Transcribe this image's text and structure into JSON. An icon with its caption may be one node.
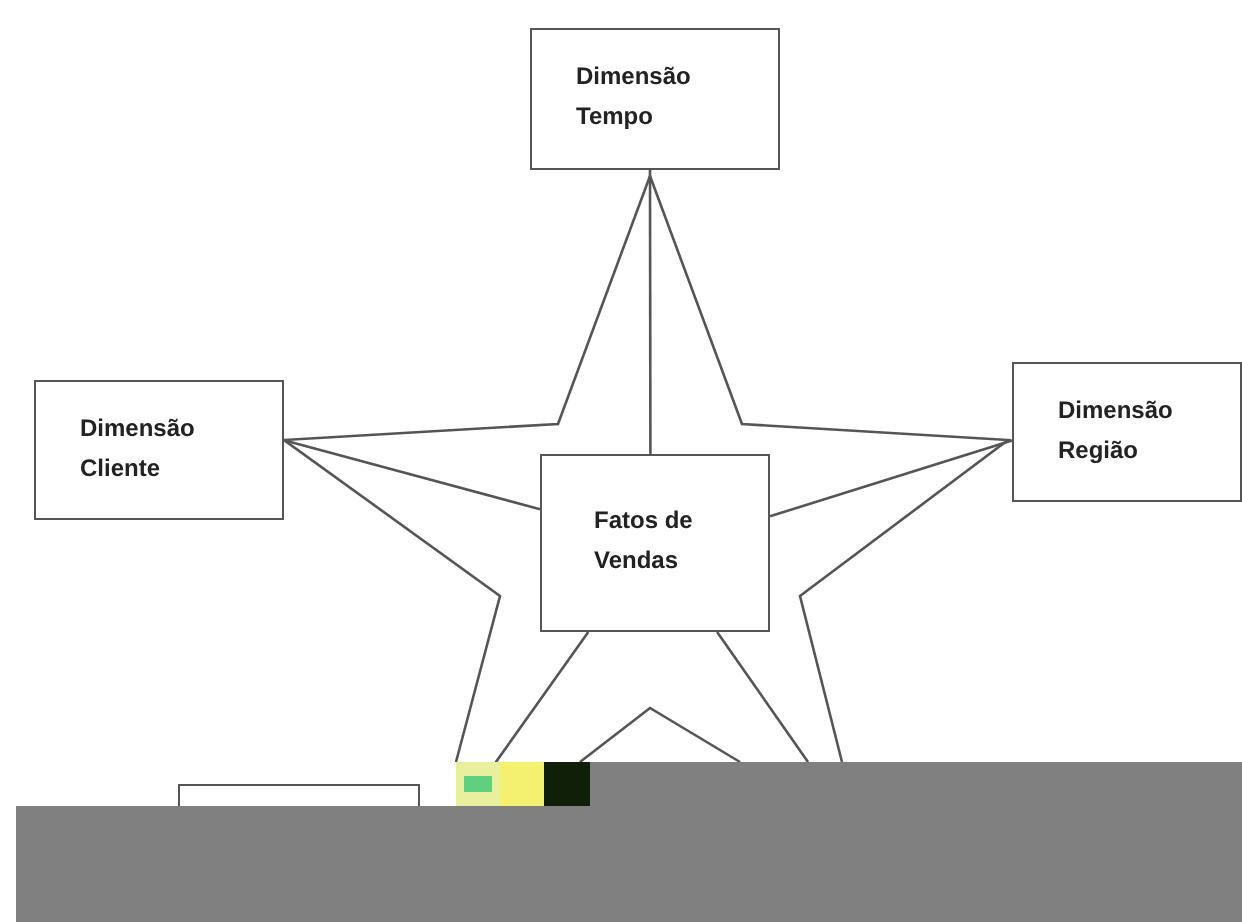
{
  "diagram": {
    "nodes": [
      {
        "text": [
          "Dimensão Tempo"
        ]
      },
      {
        "text": [
          "Dimensão Cliente"
        ]
      },
      {
        "text": [
          "Dimensão Região"
        ]
      },
      {
        "text": [
          "Fatos de Vendas"
        ]
      },
      {
        "text": [],
        "shape": "box"
      }
    ],
    "edges": [
      {
        "from": 0,
        "to": 3,
        "arrow": "none"
      },
      {
        "from": 1,
        "to": 3,
        "arrow": "none"
      },
      {
        "from": 2,
        "to": 3,
        "arrow": "none"
      },
      {
        "from": 3,
        "to": 4,
        "arrow": "none"
      },
      {
        "from": 3,
        "to": null,
        "arrow": "none"
      }
    ]
  }
}
